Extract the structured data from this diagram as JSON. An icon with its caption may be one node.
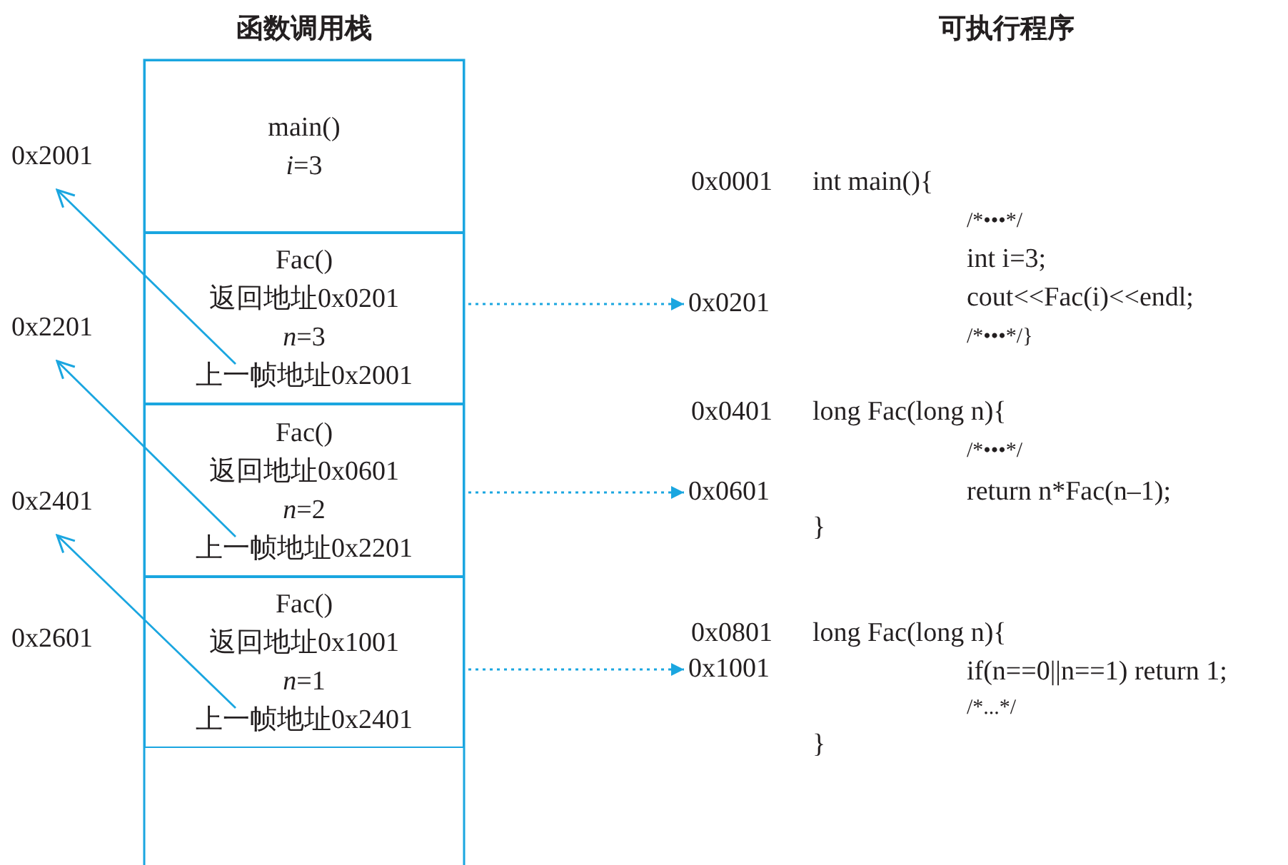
{
  "diagram": {
    "nodes": [
      {
        "text": [
          "函数调用栈"
        ]
      },
      {
        "text": [
          "main()",
          "*i*=3"
        ],
        "in": 0
      },
      {
        "text": [
          "Fac()",
          "返回地址0x0201",
          "*n*=3",
          "上一帧地址0x2001"
        ],
        "in": 0
      },
      {
        "text": [
          "Fac()",
          "返回地址0x0601",
          "*n*=2",
          "上一帧地址0x2201"
        ],
        "in": 0
      },
      {
        "text": [
          "Fac()",
          "返回地址0x1001",
          "*n*=1",
          "上一帧地址0x2401"
        ],
        "in": 0
      },
      {
        "text": [
          "0x2001"
        ]
      },
      {
        "text": [
          "0x2201"
        ]
      },
      {
        "text": [
          "0x2401"
        ]
      },
      {
        "text": [
          "0x0201"
        ]
      },
      {
        "text": [
          "0x0601"
        ]
      },
      {
        "text": [
          "0x1001"
        ]
      }
    ],
    "edges": [
      {
        "from": 2,
        "to": 5,
        "arrow": "to"
      },
      {
        "from": 3,
        "to": 6,
        "arrow": "to"
      },
      {
        "from": 4,
        "to": 7,
        "arrow": "to"
      },
      {
        "from": 2,
        "to": 8,
        "arrow": "to",
        "style": "dashed"
      },
      {
        "from": 3,
        "to": 9,
        "arrow": "to",
        "style": "dashed"
      },
      {
        "from": 4,
        "to": 10,
        "arrow": "to",
        "style": "dashed"
      }
    ],
    "labels": [
      "可执行程序",
      "0x2601",
      "0x0001",
      "int main(){",
      "/*•••*/",
      "int i=3;",
      "cout<<Fac(i)<<endl;",
      "/*•••*/}",
      "0x0401",
      "long Fac(long n){",
      "/*•••*/",
      "return n*Fac(n–1);",
      "}",
      "0x0801",
      "long Fac(long n){",
      "if(n==0||n==1) return 1;",
      "/*...*/",
      "}"
    ]
  }
}
